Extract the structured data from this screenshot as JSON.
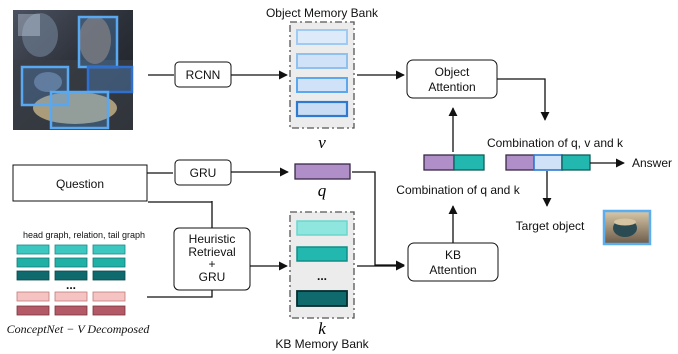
{
  "memory_banks": {
    "object_title": "Object Memory Bank",
    "object_symbol": "v",
    "kb_title": "KB Memory Bank",
    "kb_symbol": "k",
    "kb_ellipsis": "..."
  },
  "modules": {
    "rcnn": "RCNN",
    "gru": "GRU",
    "heuristic_line1": "Heuristic",
    "heuristic_line2": "Retrieval",
    "heuristic_line3": "+",
    "heuristic_line4": "GRU",
    "object_attention_line1": "Object",
    "object_attention_line2": "Attention",
    "kb_attention_line1": "KB",
    "kb_attention_line2": "Attention"
  },
  "inputs": {
    "question": "Question",
    "q_symbol": "q",
    "graph_header": "head graph, relation, tail graph",
    "graph_ellipsis": "...",
    "graph_caption": "ConceptNet − V Decomposed"
  },
  "outputs": {
    "combination_qk": "Combination of q and k",
    "combination_qvk": "Combination of q, v and k",
    "answer": "Answer",
    "target_object": "Target object"
  },
  "colors": {
    "object_bank_light": "#cfe2f8",
    "object_bank_mid": "#8fc0ee",
    "object_bank_dark": "#3f86d4",
    "kb_teal_light": "#7fe0d8",
    "kb_teal": "#22b8b0",
    "kb_teal_dark": "#0f6a6e",
    "q_purple": "#b08ec8",
    "pink": "#f4b8b8",
    "rose": "#b45a66"
  }
}
